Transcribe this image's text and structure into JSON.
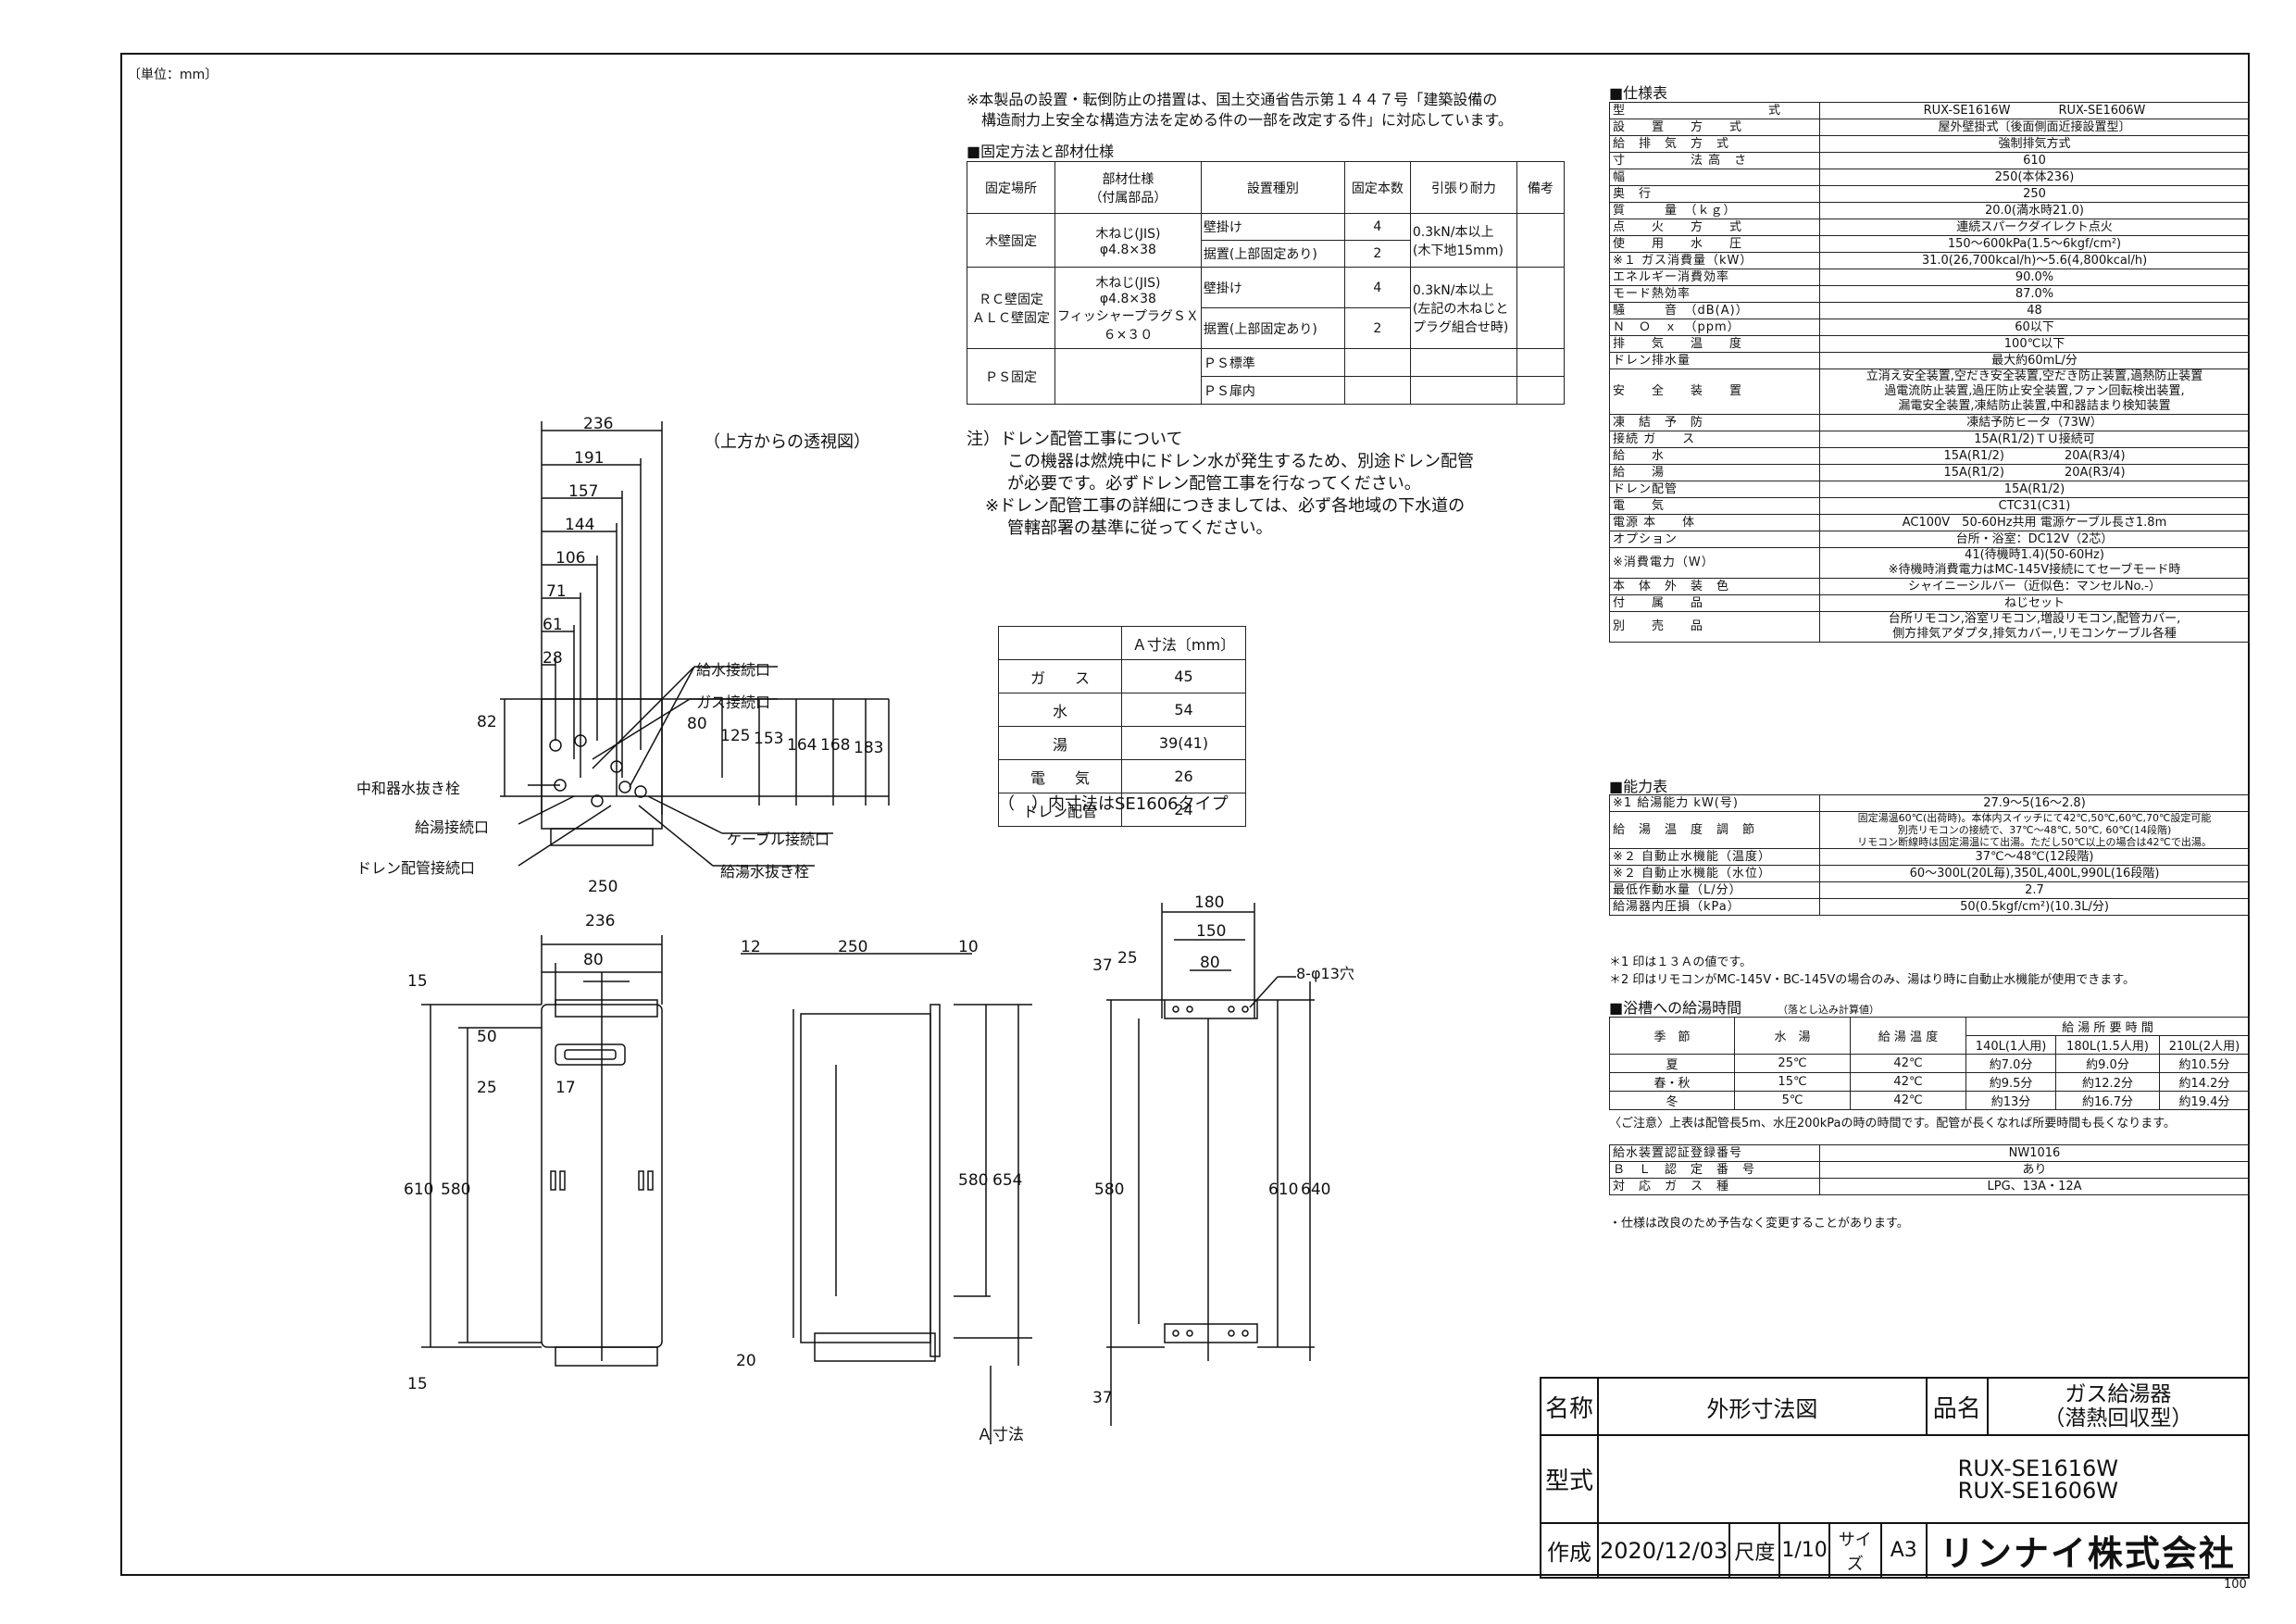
{
  "unit_note": "〔単位：mm〕",
  "page_number": "100",
  "notes": {
    "install_note_1": "※本製品の設置・転倒防止の措置は、国土交通省告示第１４４７号「建築設備の",
    "install_note_2": "構造耐力上安全な構造方法を定める件の一部を改定する件」に対応しています。",
    "drain_1": "注）ドレン配管工事について",
    "drain_2": "この機器は燃焼中にドレン水が発生するため、別途ドレン配管",
    "drain_3": "が必要です。必ずドレン配管工事を行なってください。",
    "drain_4": "※ドレン配管工事の詳細につきましては、必ず各地域の下水道の",
    "drain_5": "管轄部署の基準に従ってください。",
    "top_view": "（上方からの透視図）"
  },
  "fixing": {
    "title": "■固定方法と部材仕様",
    "headers": [
      "固定場所",
      "部材仕様\n（付属部品）",
      "設置種別",
      "固定本数",
      "引張り耐力",
      "備考"
    ],
    "rows": [
      {
        "place": "木壁固定",
        "part": "木ねじ(JIS)\nφ4.8×38",
        "type1": "壁掛け",
        "n1": "4",
        "type2": "据置(上部固定あり)",
        "n2": "2",
        "force": "0.3kN/本以上\n(木下地15mm)"
      },
      {
        "place": "ＲＣ壁固定\nＡＬＣ壁固定",
        "part": "木ねじ(JIS)\nφ4.8×38\nフィッシャープラグＳＸ\n６×３０",
        "type1": "壁掛け",
        "n1": "4",
        "type2": "据置(上部固定あり)",
        "n2": "2",
        "force": "0.3kN/本以上\n(左記の木ねじと\nプラグ組合せ時)"
      },
      {
        "place": "ＰＳ固定",
        "type1": "ＰＳ標準",
        "type2": "ＰＳ扉内"
      }
    ]
  },
  "a_table": {
    "header": "Ａ寸法〔mm〕",
    "rows": [
      [
        "ガ　　ス",
        "45"
      ],
      [
        "水",
        "54"
      ],
      [
        "湯",
        "39(41)"
      ],
      [
        "電　　気",
        "26"
      ],
      [
        "ドレン配管",
        "24"
      ]
    ],
    "note": "（　）内寸法はSE1606タイプ"
  },
  "labels": {
    "supply_water": "給水接続口",
    "gas": "ガス接続口",
    "neutralizer": "中和器水抜き栓",
    "hot_supply": "給湯接続口",
    "cable": "ケーブル接続口",
    "drain": "ドレン配管接続口",
    "hot_drain": "給湯水抜き栓",
    "holes": "8-φ13穴",
    "a_dim": "Ａ寸法"
  },
  "dims": {
    "top": [
      "236",
      "191",
      "157",
      "144",
      "106",
      "71",
      "61",
      "28",
      "82",
      "80",
      "125",
      "153",
      "164",
      "168",
      "183"
    ],
    "front": [
      "250",
      "236",
      "80",
      "15",
      "50",
      "25",
      "17",
      "610",
      "580",
      "15"
    ],
    "side": [
      "12",
      "250",
      "10",
      "580",
      "654",
      "20"
    ],
    "back": [
      "180",
      "150",
      "80",
      "37",
      "25",
      "580",
      "610",
      "640",
      "37"
    ]
  },
  "spec": {
    "title": "■仕様表",
    "rows": [
      [
        "型　　　　　　　　　　　式",
        "RUX-SE1616W　　　　RUX-SE1606W"
      ],
      [
        "設　　置　　方　　式",
        "屋外壁掛式〔後面側面近接設置型〕"
      ],
      [
        "給　排　気　方　式",
        "強制排気方式"
      ],
      [
        "寸　　　　　法 高　さ",
        "610"
      ],
      [
        "幅",
        "250(本体236)"
      ],
      [
        "奥　行",
        "250"
      ],
      [
        "質　　　量　（ｋｇ）",
        "20.0(満水時21.0)"
      ],
      [
        "点　　火　　方　　式",
        "連続スパークダイレクト点火"
      ],
      [
        "使　　用　　水　　圧",
        "150～600kPa(1.5～6kgf/cm²)"
      ],
      [
        "※１ ガス消費量（kW）",
        "31.0(26,700kcal/h)～5.6(4,800kcal/h)"
      ],
      [
        "エネルギー消費効率",
        "90.0%"
      ],
      [
        "モード熱効率",
        "87.0%"
      ],
      [
        "騒　　　音　（dB(A)）",
        "48"
      ],
      [
        "Ｎ　Ｏ　ｘ　（ppm）",
        "60以下"
      ],
      [
        "排　　気　　温　　度",
        "100℃以下"
      ],
      [
        "ドレン排水量",
        "最大約60mL/分"
      ],
      [
        "安　　全　　装　　置",
        "立消え安全装置,空だき安全装置,空だき防止装置,過熱防止装置\n過電流防止装置,過圧防止安全装置,ファン回転検出装置,\n漏電安全装置,凍結防止装置,中和器詰まり検知装置"
      ],
      [
        "凍　結　予　防",
        "凍結予防ヒータ（73W）"
      ],
      [
        "接続 ガ　　ス",
        "15A(R1/2)ＴＵ接続可"
      ],
      [
        "給　　水",
        "15A(R1/2)　　　　　20A(R3/4)"
      ],
      [
        "給　　湯",
        "15A(R1/2)　　　　　20A(R3/4)"
      ],
      [
        "ドレン配管",
        "15A(R1/2)"
      ],
      [
        "電　　気",
        "CTC31(C31)"
      ],
      [
        "電源 本　　体",
        "AC100V　50-60Hz共用 電源ケーブル長さ1.8m"
      ],
      [
        "オプション",
        "台所・浴室：DC12V（2芯）"
      ],
      [
        "※消費電力（W）",
        "41(待機時1.4)(50-60Hz)\n※待機時消費電力はMC-145V接続にてセーブモード時"
      ],
      [
        "本　体　外　装　色",
        "シャイニーシルバー（近似色：マンセルNo.-）"
      ],
      [
        "付　　属　　品",
        "ねじセット"
      ],
      [
        "別　　売　　品",
        "台所リモコン,浴室リモコン,増設リモコン,配管カバー,\n側方排気アダプタ,排気カバー,リモコンケーブル各種"
      ]
    ]
  },
  "capacity": {
    "title": "■能力表",
    "rows": [
      [
        "※1 給湯能力 kW(号)",
        "27.9～5(16～2.8)"
      ],
      [
        "給　湯　温　度　調　節",
        "固定湯温60℃(出荷時)。本体内スイッチにて42℃,50℃,60℃,70℃設定可能\n別売リモコンの接続で、37℃～48℃, 50℃, 60℃(14段階)\nリモコン断線時は固定湯温にて出湯。ただし50℃以上の場合は42℃で出湯。"
      ],
      [
        "※２ 自動止水機能（温度）",
        "37℃～48℃(12段階)"
      ],
      [
        "※２ 自動止水機能（水位）",
        "60～300L(20L毎),350L,400L,990L(16段階)"
      ],
      [
        "最低作動水量（L/分）",
        "2.7"
      ],
      [
        "給湯器内圧損（kPa）",
        "50(0.5kgf/cm²)(10.3L/分)"
      ]
    ],
    "note1": "＊1 印は１３Ａの値です。",
    "note2": "＊2 印はリモコンがMC-145V・BC-145Vの場合のみ、湯はり時に自動止水機能が使用できます。"
  },
  "bath": {
    "title": "■浴槽への給湯時間",
    "title_note": "（落とし込み計算値）",
    "headers": [
      "季　節",
      "水　湯",
      "給 湯 温 度",
      "給 湯 所 要 時 間"
    ],
    "sub": [
      "140L(1人用)",
      "180L(1.5人用)",
      "210L(2人用)"
    ],
    "rows": [
      [
        "夏",
        "25℃",
        "42℃",
        "約7.0分",
        "約9.0分",
        "約10.5分"
      ],
      [
        "春・秋",
        "15℃",
        "42℃",
        "約9.5分",
        "約12.2分",
        "約14.2分"
      ],
      [
        "冬",
        "5℃",
        "42℃",
        "約13分",
        "約16.7分",
        "約19.4分"
      ]
    ],
    "note": "〈ご注意〉上表は配管長5m、水圧200kPaの時の時間です。配管が長くなれば所要時間も長くなります。"
  },
  "cert": [
    [
      "給水装置認証登録番号",
      "NW1016"
    ],
    [
      "Ｂ　Ｌ　認　定　番　号",
      "あり"
    ],
    [
      "対　応　ガ　ス　種",
      "LPG、13A・12A"
    ]
  ],
  "footer_note": "・仕様は改良のため予告なく変更することがあります。",
  "title_block": {
    "name_label": "名称",
    "name": "外形寸法図",
    "product_label": "品名",
    "product_1": "ガス給湯器",
    "product_2": "（潜熱回収型）",
    "model_label": "型式",
    "model_1": "RUX-SE1616W",
    "model_2": "RUX-SE1606W",
    "made_label": "作成",
    "date": "2020/12/03",
    "scale_label": "尺度",
    "scale": "1/10",
    "size_label": "サイズ",
    "size": "A3",
    "company": "リンナイ株式会社"
  }
}
